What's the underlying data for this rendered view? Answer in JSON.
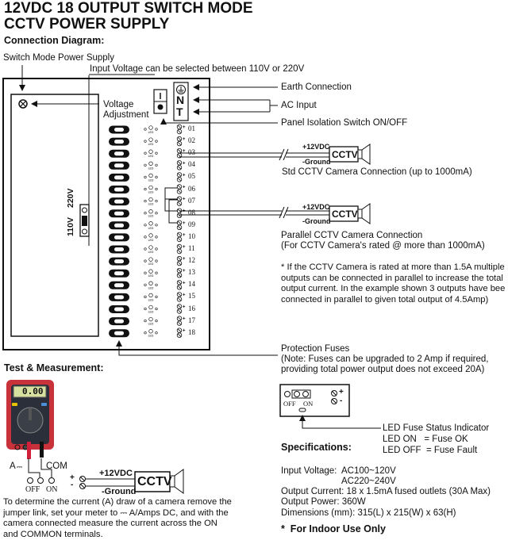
{
  "header": {
    "title_line1": "12VDC 18 OUTPUT SWITCH MODE",
    "title_line2": "CCTV POWER SUPPLY",
    "connection_heading": "Connection Diagram:"
  },
  "diagram": {
    "smps_label": "Switch Mode Power Supply",
    "input_voltage_label": "Input Voltage can be selected between 110V or 220V",
    "voltage_adjust_label_1": "Voltage",
    "voltage_adjust_label_2": "Adjustment",
    "earth_label": "Earth Connection",
    "ac_input_label": "AC Input",
    "panel_switch_label": "Panel Isolation Switch ON/OFF",
    "terminal_letters": [
      "N",
      "T"
    ],
    "switch_symbol": "I",
    "voltage_selector": {
      "low": "110V",
      "high": "220V"
    },
    "led_label": "LED",
    "outputs": [
      "01",
      "02",
      "03",
      "04",
      "05",
      "06",
      "07",
      "08",
      "09",
      "10",
      "11",
      "12",
      "13",
      "14",
      "15",
      "16",
      "17",
      "18"
    ],
    "std_camera": {
      "plus": "+12VDC",
      "minus": "-Ground",
      "box": "CCTV",
      "caption": "Std CCTV Camera Connection (up to 1000mA)"
    },
    "parallel_camera": {
      "plus": "+12VDC",
      "minus": "-Ground",
      "box": "CCTV",
      "caption_1": "Parallel CCTV Camera Connection",
      "caption_2": "(For CCTV Camera's rated @ more than 1000mA)"
    },
    "parallel_note": "* If the CCTV Camera is rated at more than 1.5A multiple outputs can be connected in parallel to increase the total output current. In the example shown 3 outputs have bee connected in parallel to given total output of 4.5Amp)",
    "fuses_label": "Protection Fuses",
    "fuses_note_1": "(Note: Fuses can be upgraded to 2 Amp if required,",
    "fuses_note_2": "providing total power output does not exceed 20A)",
    "fuse_detail": {
      "off": "OFF",
      "on": "ON",
      "plus": "+",
      "minus": "-"
    },
    "led_indicator": {
      "title": "LED Fuse Status Indicator",
      "on_line": "LED ON   = Fuse OK",
      "off_line": "LED OFF  = Fuse Fault"
    }
  },
  "test": {
    "heading": "Test & Measurement:",
    "meter_display": "0.00",
    "a_label": "A",
    "com_label": "COM",
    "off_label": "OFF",
    "on_label": "ON",
    "plus": "+",
    "minus": "-",
    "vdc_label": "+12VDC",
    "ground_label": "-Ground",
    "cctv_label": "CCTV",
    "description": "To determine the current (A) draw of a camera remove the jumper link, set your meter to ⎓ A/Amps DC, and with the camera connected measure the current across the ON and COMMON terminals.",
    "colors": {
      "meter_body": "#c8323a",
      "meter_face": "#2a2f3a",
      "display": "#d8e0a0"
    }
  },
  "specs": {
    "heading": "Specifications:",
    "input_voltage_label": "Input Voltage:",
    "input_voltage_1": "AC100~120V",
    "input_voltage_2": "AC220~240V",
    "output_current": "Output Current: 18 x 1.5mA fused outlets (30A Max)",
    "output_power": "Output Power: 360W",
    "dimensions": "Dimensions (mm): 315(L) x 215(W) x 63(H)",
    "indoor_note": "*  For Indoor Use Only"
  }
}
